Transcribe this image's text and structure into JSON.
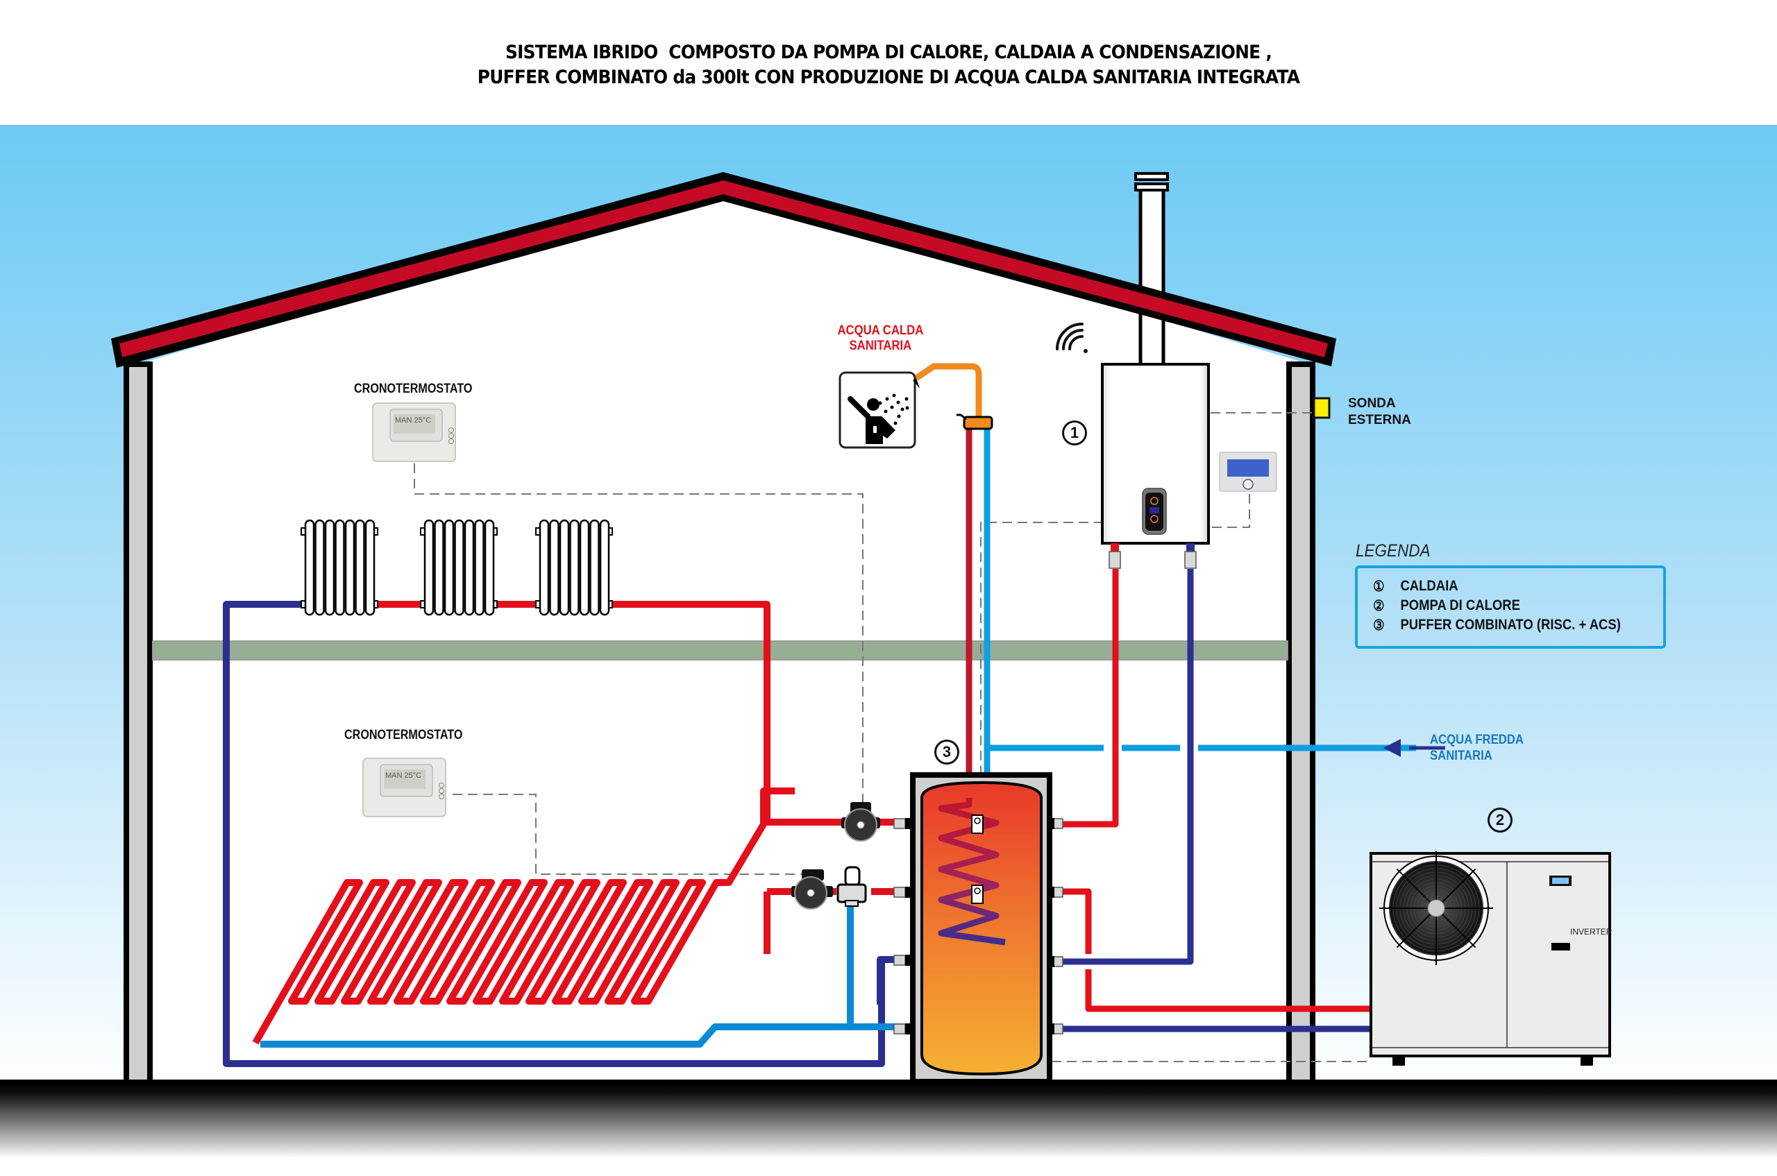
{
  "title": {
    "line1": "SISTEMA IBRIDO  COMPOSTO DA POMPA DI CALORE, CALDAIA A CONDENSAZIONE ,",
    "line2": "PUFFER COMBINATO da 300lt CON PRODUZIONE DI ACQUA CALDA SANITARIA INTEGRATA"
  },
  "labels": {
    "hot_water": "ACQUA CALDA\nSANITARIA",
    "cold_water": "ACQUA FREDDA\nSANITARIA",
    "outdoor_probe": "SONDA\nESTERNA",
    "thermostat_upper": "CRONOTERMOSTATO",
    "thermostat_lower": "CRONOTERMOSTATO",
    "inverter": "INVERTER",
    "thermostat_display": "MAN 25°C"
  },
  "markers": {
    "boiler": "1",
    "heat_pump": "2",
    "puffer": "3"
  },
  "legend": {
    "title": "LEGENDA",
    "items": [
      {
        "symbol": "①",
        "label": "CALDAIA"
      },
      {
        "symbol": "②",
        "label": "POMPA DI CALORE"
      },
      {
        "symbol": "③",
        "label": "PUFFER COMBINATO (RISC. + ACS)"
      }
    ]
  },
  "colors": {
    "sky": "#6ccaf4",
    "roof": "#c50a25",
    "hot_pipe": "#e3101c",
    "return_pipe": "#2b2f8f",
    "cold_pipe": "#0e9ee2",
    "dhw_pipe": "#f08a1c",
    "floor_slab": "#95ae94",
    "probe": "#ffee00"
  },
  "icons": [
    "wifi-icon",
    "shower-icon",
    "fan-icon",
    "radiator-icon",
    "pump-icon",
    "mixing-valve-icon",
    "arrow-left-icon"
  ]
}
